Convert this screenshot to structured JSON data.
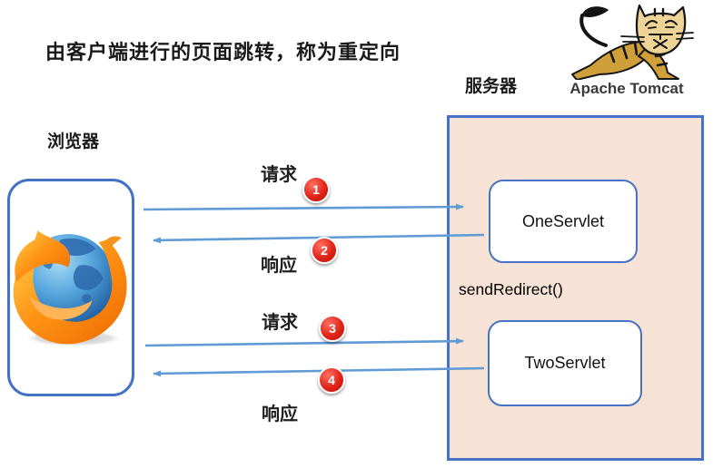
{
  "title": "由客户端进行的页面跳转，称为重定向",
  "browser": {
    "label": "浏览器",
    "icon": "firefox-logo"
  },
  "server": {
    "label": "服务器",
    "icon": "apache-tomcat-logo",
    "logo_caption": "Apache Tomcat",
    "servlets": [
      {
        "name": "OneServlet"
      },
      {
        "name": "TwoServlet"
      }
    ],
    "method_call": "sendRedirect()"
  },
  "flows": [
    {
      "step": "1",
      "label": "请求",
      "from": "browser",
      "to": "OneServlet",
      "direction": "right"
    },
    {
      "step": "2",
      "label": "响应",
      "from": "OneServlet",
      "to": "browser",
      "direction": "left"
    },
    {
      "step": "3",
      "label": "请求",
      "from": "browser",
      "to": "TwoServlet",
      "direction": "right"
    },
    {
      "step": "4",
      "label": "响应",
      "from": "TwoServlet",
      "to": "browser",
      "direction": "left"
    }
  ],
  "colors": {
    "box_border": "#4472c4",
    "server_fill": "#f7e3d5",
    "arrow": "#5f9bd5",
    "step_badge": "#e02418",
    "text": "#1a1a1a"
  }
}
